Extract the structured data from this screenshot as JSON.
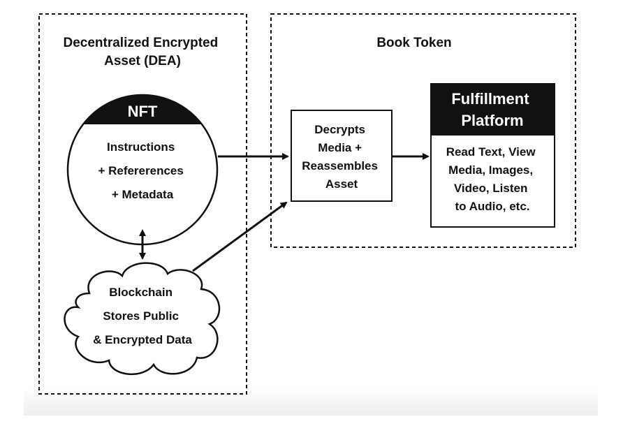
{
  "dea": {
    "title_lines": [
      "Decentralized Encrypted",
      "Asset (DEA)"
    ],
    "nft": {
      "header": "NFT",
      "body_lines": [
        "Instructions",
        "+ Refererences",
        "+ Metadata"
      ]
    },
    "blockchain": {
      "lines": [
        "Blockchain",
        "Stores Public",
        "& Encrypted Data"
      ]
    }
  },
  "book_token": {
    "title": "Book Token",
    "decrypt": {
      "lines": [
        "Decrypts",
        "Media +",
        "Reassembles",
        "Asset"
      ]
    },
    "fulfillment": {
      "header_lines": [
        "Fulfillment",
        "Platform"
      ],
      "body_lines": [
        "Read Text, View",
        "Media, Images,",
        "Video, Listen",
        "to Audio, etc."
      ]
    }
  }
}
